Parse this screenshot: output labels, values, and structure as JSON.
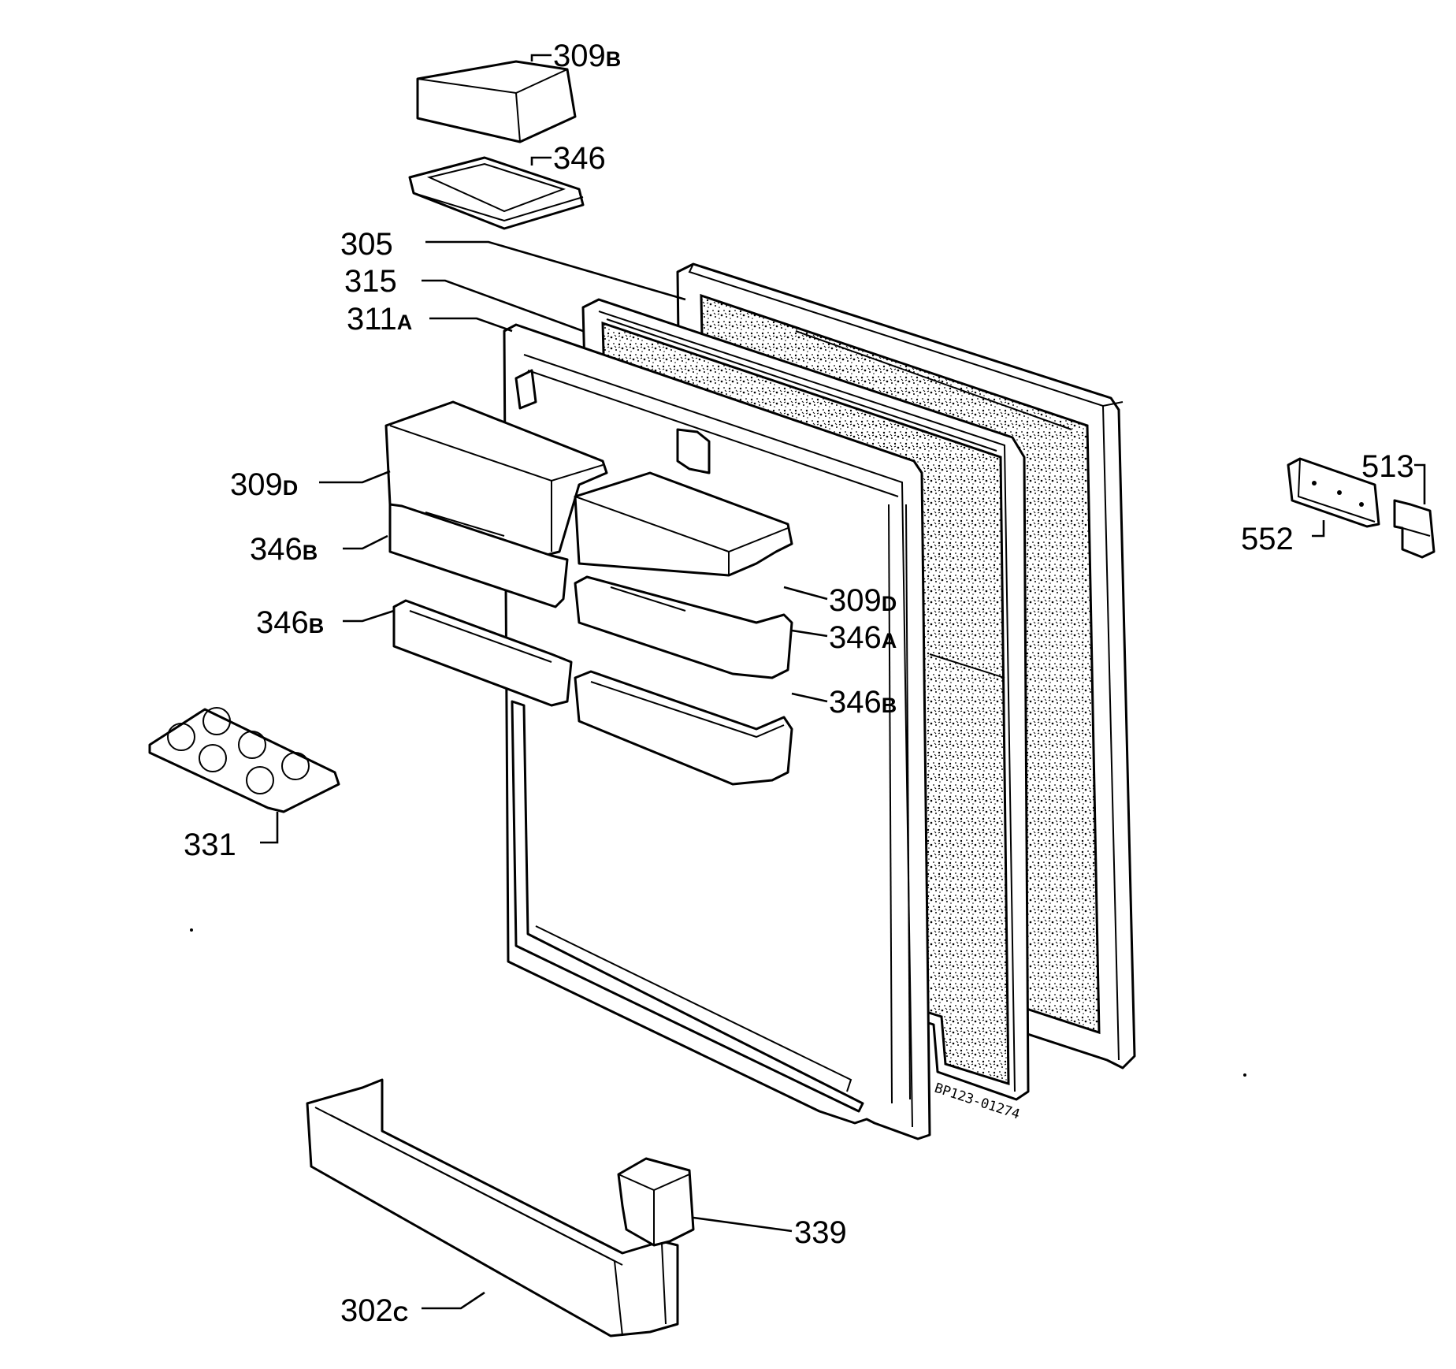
{
  "figure": {
    "drawing_code": "BP123-01274"
  },
  "labels": {
    "l309B": {
      "num": "309",
      "suffix": "B"
    },
    "l346": {
      "num": "346",
      "suffix": ""
    },
    "l305": {
      "num": "305",
      "suffix": ""
    },
    "l315": {
      "num": "315",
      "suffix": ""
    },
    "l311A": {
      "num": "311",
      "suffix": "A"
    },
    "l309D_left": {
      "num": "309",
      "suffix": "D"
    },
    "l346B_upper": {
      "num": "346",
      "suffix": "B"
    },
    "l346B_lower": {
      "num": "346",
      "suffix": "B"
    },
    "l309D_right": {
      "num": "309",
      "suffix": "D"
    },
    "l346A": {
      "num": "346",
      "suffix": "A"
    },
    "l346B_right": {
      "num": "346",
      "suffix": "B"
    },
    "l331": {
      "num": "331",
      "suffix": ""
    },
    "l552": {
      "num": "552",
      "suffix": ""
    },
    "l513": {
      "num": "513",
      "suffix": ""
    },
    "l339": {
      "num": "339",
      "suffix": ""
    },
    "l302C": {
      "num": "302",
      "suffix": "C"
    }
  }
}
